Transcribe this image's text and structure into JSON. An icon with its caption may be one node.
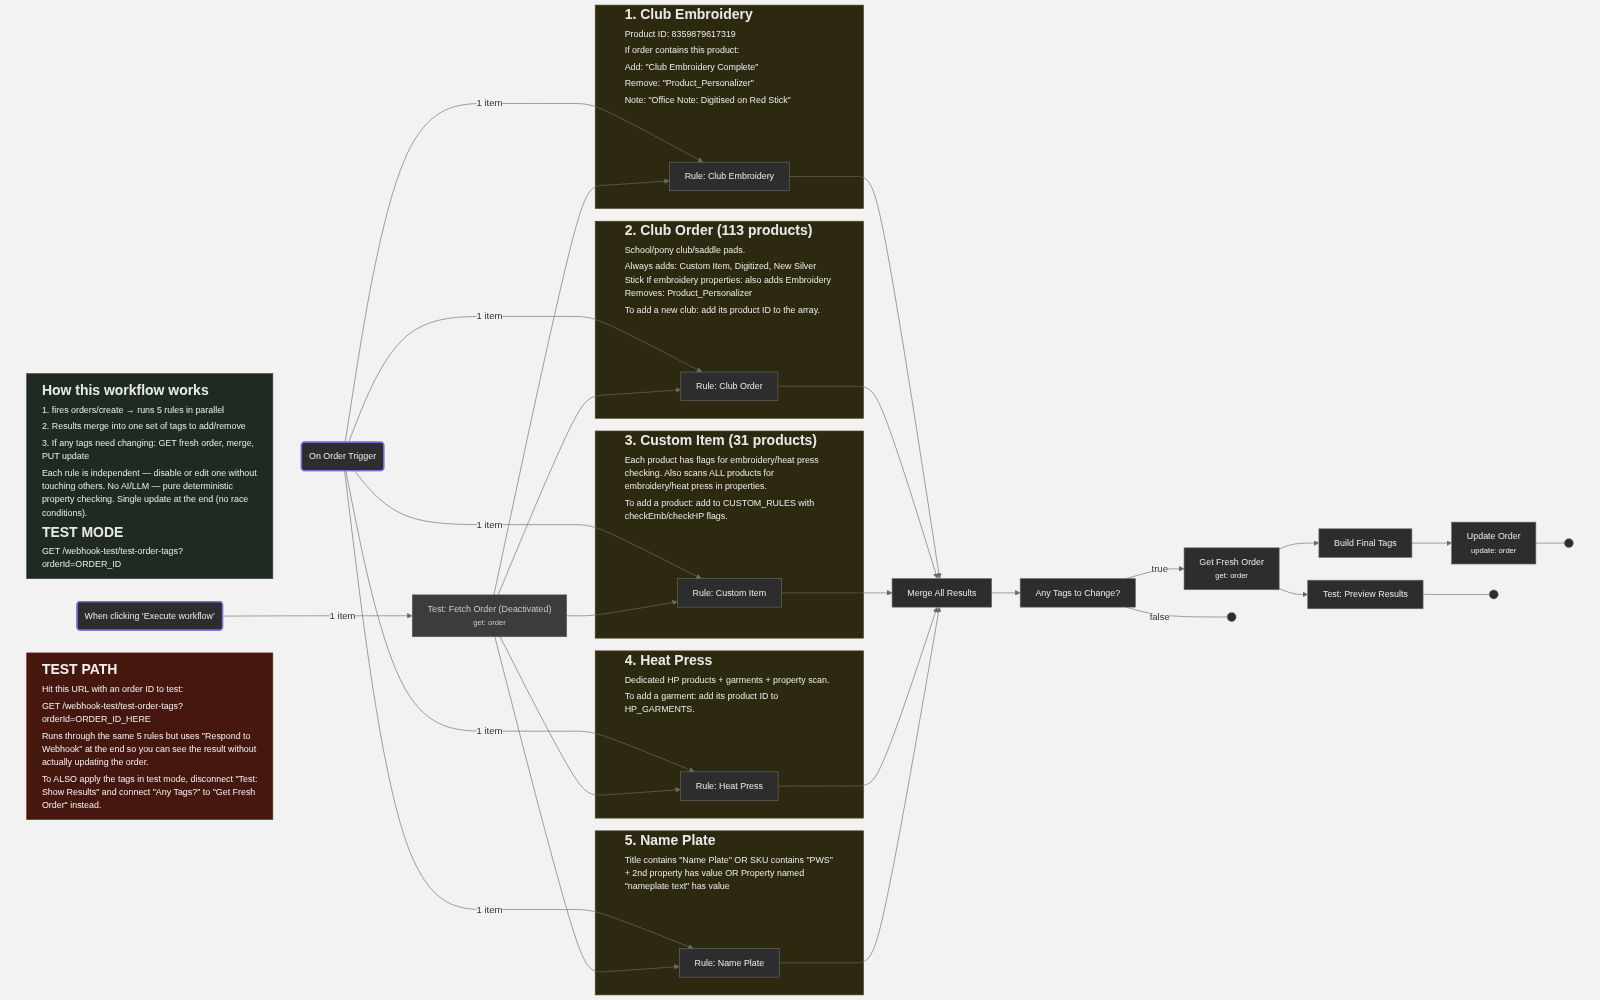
{
  "diagram": {
    "nodes": [
      {
        "text": [
          "How this workflow works",
          "1. fires orders/create → runs 5 rules in parallel",
          "2. Results merge into one set of tags to add/remove",
          "3. If any tags need changing: GET fresh order, merge, PUT update",
          "Each rule is independent — disable or edit one without touching others. No AI/LLM — pure deterministic property checking. Single update at the end (no race conditions).",
          "TEST MODE",
          "GET /webhook-test/test-order-tags?orderId=ORDER_ID"
        ]
      },
      {
        "text": [
          "1. Club Embroidery",
          "Product ID: 8359879617319",
          "If order contains this product:",
          "Add: \"Club Embroidery Complete\"",
          "Remove: \"Product_Personalizer\"",
          "Note: \"Office Note: Digitised on Red Stick\""
        ]
      },
      {
        "text": [
          "Rule: Club Embroidery"
        ],
        "in": 1
      },
      {
        "text": [
          "2. Club Order (113 products)",
          "School/pony club/saddle pads.",
          "Always adds: Custom Item, Digitized, New Silver Stick If embroidery properties: also adds Embroidery Removes: Product_Personalizer",
          "To add a new club: add its product ID to the array."
        ]
      },
      {
        "text": [
          "Rule: Club Order"
        ],
        "in": 3
      },
      {
        "text": [
          "3. Custom Item (31 products)",
          "Each product has flags for embroidery/heat press checking. Also scans ALL products for embroidery/heat press in properties.",
          "To add a product: add to CUSTOM_RULES with checkEmb/checkHP flags."
        ]
      },
      {
        "text": [
          "Rule: Custom Item"
        ],
        "in": 5
      },
      {
        "text": [
          "4. Heat Press",
          "Dedicated HP products + garments + property scan.",
          "To add a garment: add its product ID to HP_GARMENTS."
        ]
      },
      {
        "text": [
          "Rule: Heat Press"
        ],
        "in": 7
      },
      {
        "text": [
          "5. Name Plate",
          "Title contains \"Name Plate\" OR SKU contains \"PWS\" + 2nd property has value OR Property named \"nameplate text\" has value"
        ]
      },
      {
        "text": [
          "Rule: Name Plate"
        ],
        "in": 9
      },
      {
        "text": [
          "On Order Trigger"
        ]
      },
      {
        "text": [
          "When clicking ‘Execute workflow’"
        ]
      },
      {
        "text": [
          "Test: Fetch Order (Deactivated)",
          "get: order"
        ]
      },
      {
        "text": [
          "TEST PATH",
          "Hit this URL with an order ID to test:",
          "GET /webhook-test/test-order-tags?orderId=ORDER_ID_HERE",
          "Runs through the same 5 rules but uses \"Respond to Webhook\" at the end so you can see the result without actually updating the order.",
          "To ALSO apply the tags in test mode, disconnect \"Test: Show Results\" and connect \"Any Tags?\" to \"Get Fresh Order\" instead."
        ]
      },
      {
        "text": [
          "Merge All Results"
        ]
      },
      {
        "text": [
          "Any Tags to Change?"
        ]
      },
      {
        "text": [
          "Get Fresh Order",
          "get: order"
        ]
      },
      {
        "text": [
          "Build Final Tags"
        ]
      },
      {
        "text": [
          "Update Order",
          "update: order"
        ]
      },
      {
        "text": [
          "Test: Preview Results"
        ]
      }
    ],
    "edges": [
      {
        "from": 11,
        "to": 2,
        "arrow": "to",
        "label": "1 item"
      },
      {
        "from": 11,
        "to": 4,
        "arrow": "to",
        "label": "1 item"
      },
      {
        "from": 11,
        "to": 6,
        "arrow": "to",
        "label": "1 item"
      },
      {
        "from": 11,
        "to": 8,
        "arrow": "to",
        "label": "1 item"
      },
      {
        "from": 11,
        "to": 10,
        "arrow": "to",
        "label": "1 item"
      },
      {
        "from": 12,
        "to": 13,
        "arrow": "to",
        "label": "1 item"
      },
      {
        "from": 13,
        "to": 2,
        "arrow": "to"
      },
      {
        "from": 13,
        "to": 4,
        "arrow": "to"
      },
      {
        "from": 13,
        "to": 6,
        "arrow": "to"
      },
      {
        "from": 13,
        "to": 8,
        "arrow": "to"
      },
      {
        "from": 13,
        "to": 10,
        "arrow": "to"
      },
      {
        "from": 2,
        "to": 15,
        "arrow": "to"
      },
      {
        "from": 4,
        "to": 15,
        "arrow": "to"
      },
      {
        "from": 6,
        "to": 15,
        "arrow": "to"
      },
      {
        "from": 8,
        "to": 15,
        "arrow": "to"
      },
      {
        "from": 10,
        "to": 15,
        "arrow": "to"
      },
      {
        "from": 15,
        "to": 16,
        "arrow": "to"
      },
      {
        "from": 16,
        "to": 17,
        "arrow": "to",
        "label": "true"
      },
      {
        "from": 16,
        "to": null,
        "arrow": "none",
        "label": "false"
      },
      {
        "from": 17,
        "to": 18,
        "arrow": "to"
      },
      {
        "from": 17,
        "to": 20,
        "arrow": "to"
      },
      {
        "from": 18,
        "to": 19,
        "arrow": "to"
      },
      {
        "from": 19,
        "to": null,
        "arrow": "none"
      },
      {
        "from": 20,
        "to": null,
        "arrow": "none"
      }
    ]
  }
}
